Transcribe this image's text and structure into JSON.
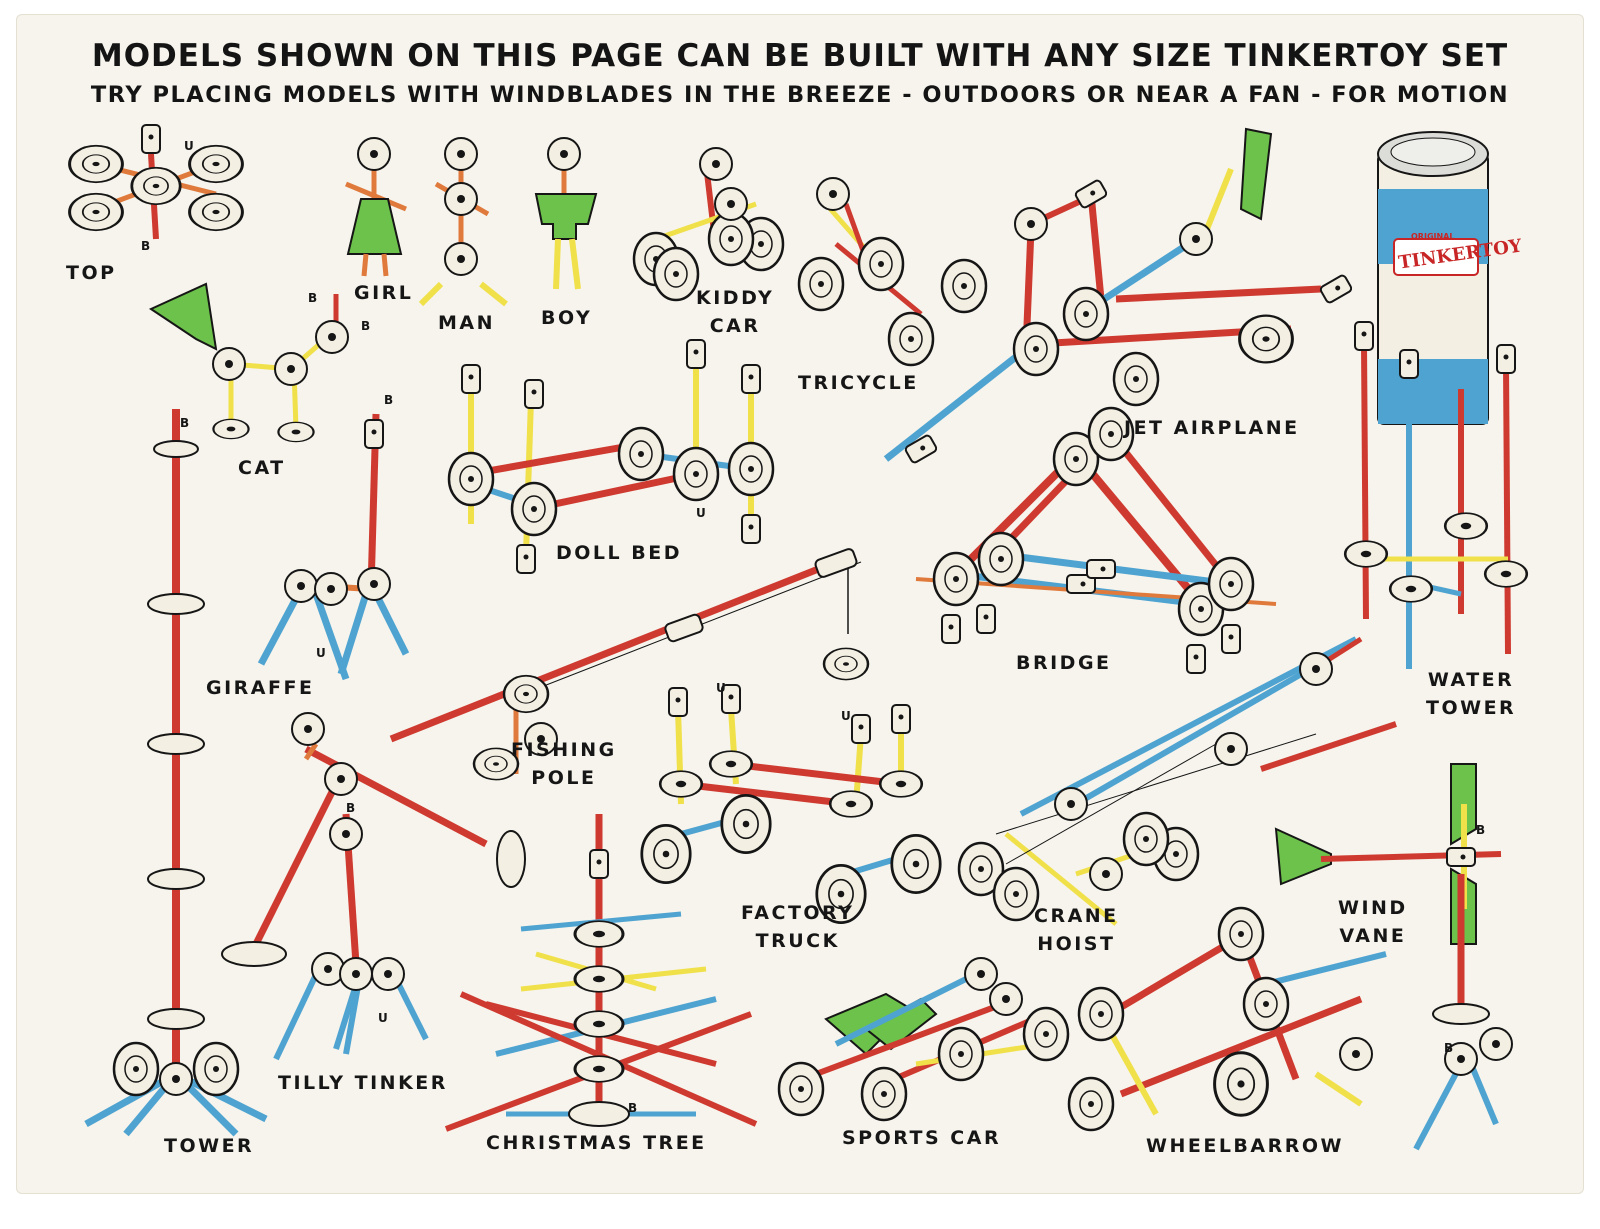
{
  "header": {
    "title": "MODELS SHOWN ON THIS PAGE CAN BE BUILT WITH ANY SIZE TINKERTOY SET",
    "subtitle": "TRY PLACING MODELS WITH WINDBLADES IN THE BREEZE - OUTDOORS OR NEAR A FAN - FOR MOTION"
  },
  "models": {
    "top": "TOP",
    "girl": "GIRL",
    "man": "MAN",
    "boy": "BOY",
    "kiddy_car": "KIDDY\nCAR",
    "tricycle": "TRICYCLE",
    "jet_airplane": "JET AIRPLANE",
    "cat": "CAT",
    "doll_bed": "DOLL BED",
    "giraffe": "GIRAFFE",
    "bridge": "BRIDGE",
    "water_tower": "WATER\nTOWER",
    "fishing_pole": "FISHING\nPOLE",
    "factory_truck": "FACTORY\nTRUCK",
    "crane_hoist": "CRANE\nHOIST",
    "wind_vane": "WIND\nVANE",
    "tilly_tinker": "TILLY TINKER",
    "tower": "TOWER",
    "christmas_tree": "CHRISTMAS TREE",
    "sports_car": "SPORTS CAR",
    "wheelbarrow": "WHEELBARROW"
  },
  "can": {
    "brand": "TINKERTOY",
    "small_text": "ORIGINAL"
  },
  "marks": {
    "u": "U",
    "b": "B"
  },
  "colors": {
    "paper": "#f6f4ec",
    "red_rod": "#cf3a30",
    "blue_rod": "#4fa3d1",
    "yellow_rod": "#f0e04a",
    "orange_rod": "#e07a3c",
    "green_blade": "#6cc24a",
    "spool": "#f3efe2",
    "ink": "#161616"
  }
}
